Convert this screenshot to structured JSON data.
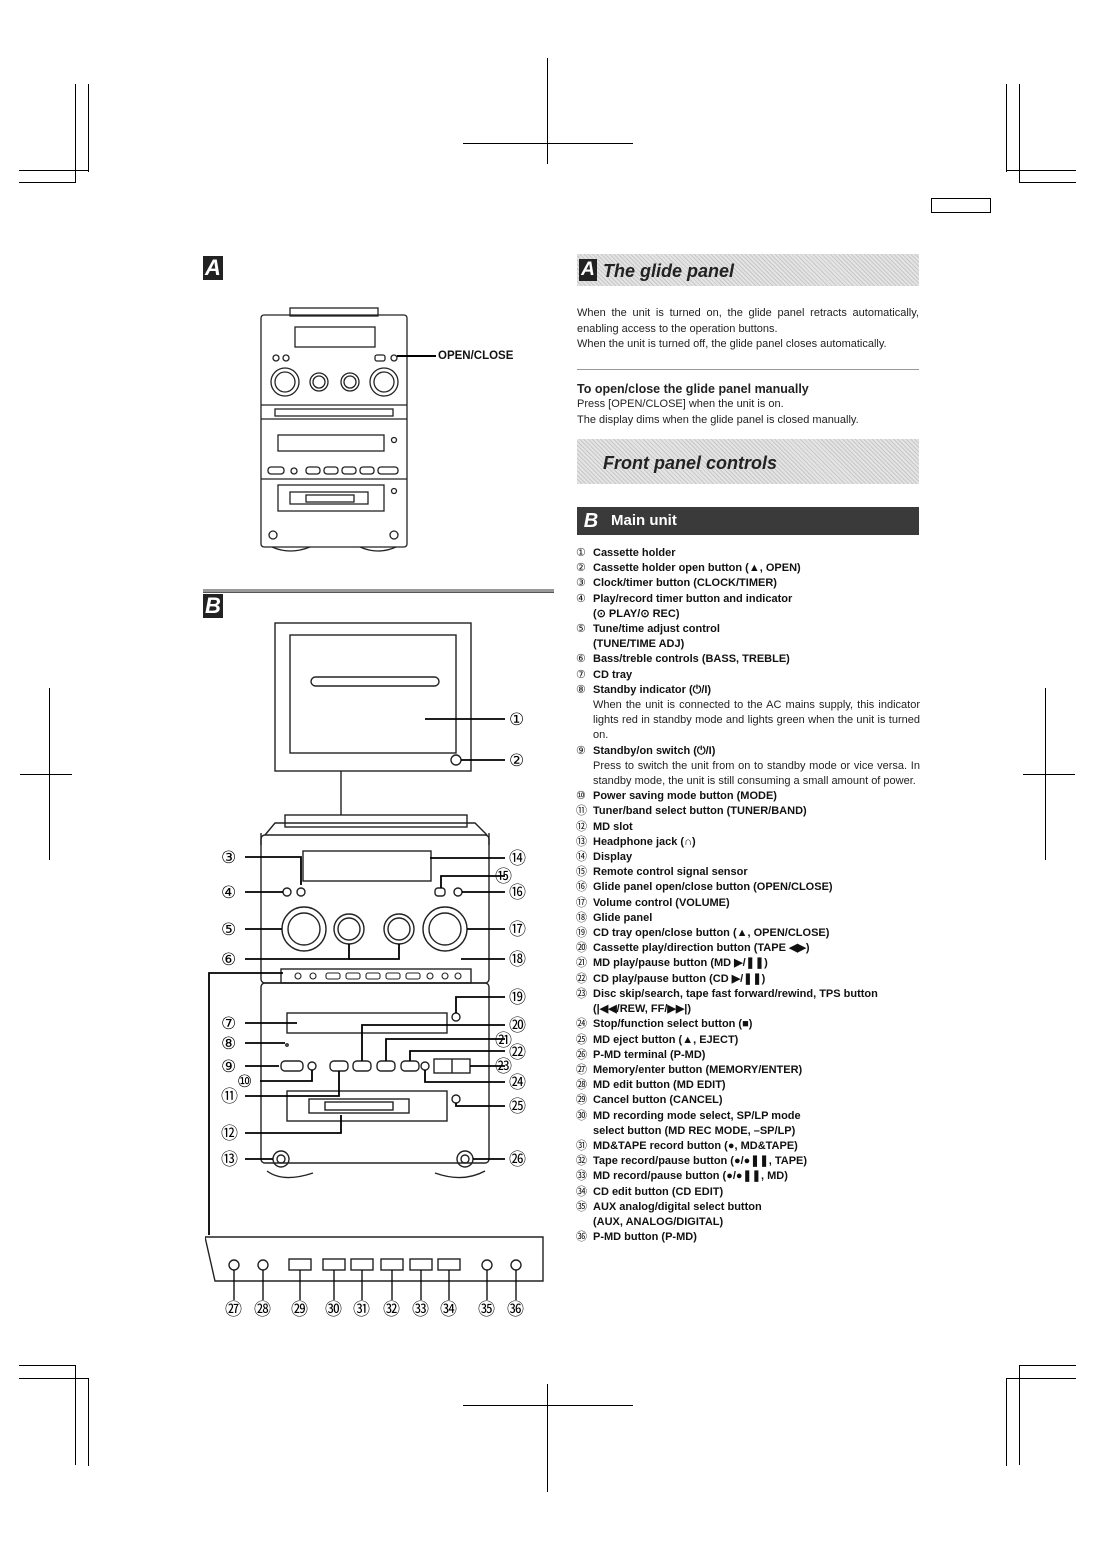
{
  "section_a": {
    "letter": "A",
    "callout": "OPEN/CLOSE",
    "heading": "The glide panel",
    "intro": [
      "When the unit is turned on, the glide panel retracts automatically, enabling access to the operation buttons.",
      "When the unit is turned off, the glide panel closes automatically."
    ],
    "manual_heading": "To open/close the glide panel manually",
    "manual_lines": [
      "Press [OPEN/CLOSE] when the unit is on.",
      "The display dims when the glide panel is closed manually."
    ]
  },
  "front_panel": {
    "heading": "Front panel controls"
  },
  "section_b": {
    "letter": "B",
    "heading": "Main unit",
    "parts": [
      {
        "num": "①",
        "label": "Cassette holder"
      },
      {
        "num": "②",
        "label": "Cassette holder open button (▲, OPEN)"
      },
      {
        "num": "③",
        "label": "Clock/timer button (CLOCK/TIMER)"
      },
      {
        "num": "④",
        "label": "Play/record timer button and indicator",
        "label2": "(⊙ PLAY/⊙ REC)"
      },
      {
        "num": "⑤",
        "label": "Tune/time adjust control",
        "label2": "(TUNE/TIME ADJ)"
      },
      {
        "num": "⑥",
        "label": "Bass/treble controls (BASS, TREBLE)"
      },
      {
        "num": "⑦",
        "label": "CD tray"
      },
      {
        "num": "⑧",
        "label": "Standby indicator (⏻/I)",
        "desc": "When the unit is connected to the AC mains supply, this indicator lights red in standby mode and lights green when the unit is turned on."
      },
      {
        "num": "⑨",
        "label": "Standby/on switch (⏻/I)",
        "desc": "Press to switch the unit from on to standby mode or vice versa. In standby mode, the unit is still consuming a small amount of power."
      },
      {
        "num": "⑩",
        "label": "Power saving mode button (MODE)"
      },
      {
        "num": "⑪",
        "label": "Tuner/band select button (TUNER/BAND)"
      },
      {
        "num": "⑫",
        "label": "MD slot"
      },
      {
        "num": "⑬",
        "label": "Headphone jack (∩)"
      },
      {
        "num": "⑭",
        "label": "Display"
      },
      {
        "num": "⑮",
        "label": "Remote control signal sensor"
      },
      {
        "num": "⑯",
        "label": "Glide panel open/close button (OPEN/CLOSE)"
      },
      {
        "num": "⑰",
        "label": "Volume control (VOLUME)"
      },
      {
        "num": "⑱",
        "label": "Glide panel"
      },
      {
        "num": "⑲",
        "label": "CD tray open/close button (▲, OPEN/CLOSE)"
      },
      {
        "num": "⑳",
        "label": "Cassette play/direction button (TAPE ◀▶)"
      },
      {
        "num": "㉑",
        "label": "MD play/pause button (MD ▶/❚❚)"
      },
      {
        "num": "㉒",
        "label": "CD play/pause button (CD ▶/❚❚)"
      },
      {
        "num": "㉓",
        "label": "Disc skip/search, tape fast forward/rewind, TPS button",
        "label2": "(|◀◀/REW, FF/▶▶|)"
      },
      {
        "num": "㉔",
        "label": "Stop/function select button (■)"
      },
      {
        "num": "㉕",
        "label": "MD eject button (▲, EJECT)"
      },
      {
        "num": "㉖",
        "label": "P-MD terminal (P-MD)"
      },
      {
        "num": "㉗",
        "label": "Memory/enter button (MEMORY/ENTER)"
      },
      {
        "num": "㉘",
        "label": "MD edit button (MD EDIT)"
      },
      {
        "num": "㉙",
        "label": "Cancel button (CANCEL)"
      },
      {
        "num": "㉚",
        "label": "MD recording mode select, SP/LP mode",
        "label2": "select button (MD REC MODE, –SP/LP)"
      },
      {
        "num": "㉛",
        "label": "MD&TAPE record button (●, MD&TAPE)"
      },
      {
        "num": "㉜",
        "label": "Tape record/pause button (●/●❚❚, TAPE)"
      },
      {
        "num": "㉝",
        "label": "MD record/pause button (●/●❚❚, MD)"
      },
      {
        "num": "㉞",
        "label": "CD edit button (CD EDIT)"
      },
      {
        "num": "㉟",
        "label": "AUX analog/digital select button",
        "label2": "(AUX, ANALOG/DIGITAL)"
      },
      {
        "num": "㊱",
        "label": "P-MD button (P-MD)"
      }
    ],
    "callouts_right": [
      "①",
      "②",
      "⑭",
      "⑮",
      "⑯",
      "⑰",
      "⑱",
      "⑲",
      "⑳",
      "㉑",
      "㉒",
      "㉓",
      "㉔",
      "㉕",
      "㉖"
    ],
    "callouts_left": [
      "③",
      "④",
      "⑤",
      "⑥",
      "⑦",
      "⑧",
      "⑨",
      "⑩",
      "⑪",
      "⑫",
      "⑬"
    ],
    "callouts_bottom": [
      "㉗",
      "㉘",
      "㉙",
      "㉚",
      "㉛",
      "㉜",
      "㉝",
      "㉞",
      "㉟",
      "㊱"
    ]
  }
}
